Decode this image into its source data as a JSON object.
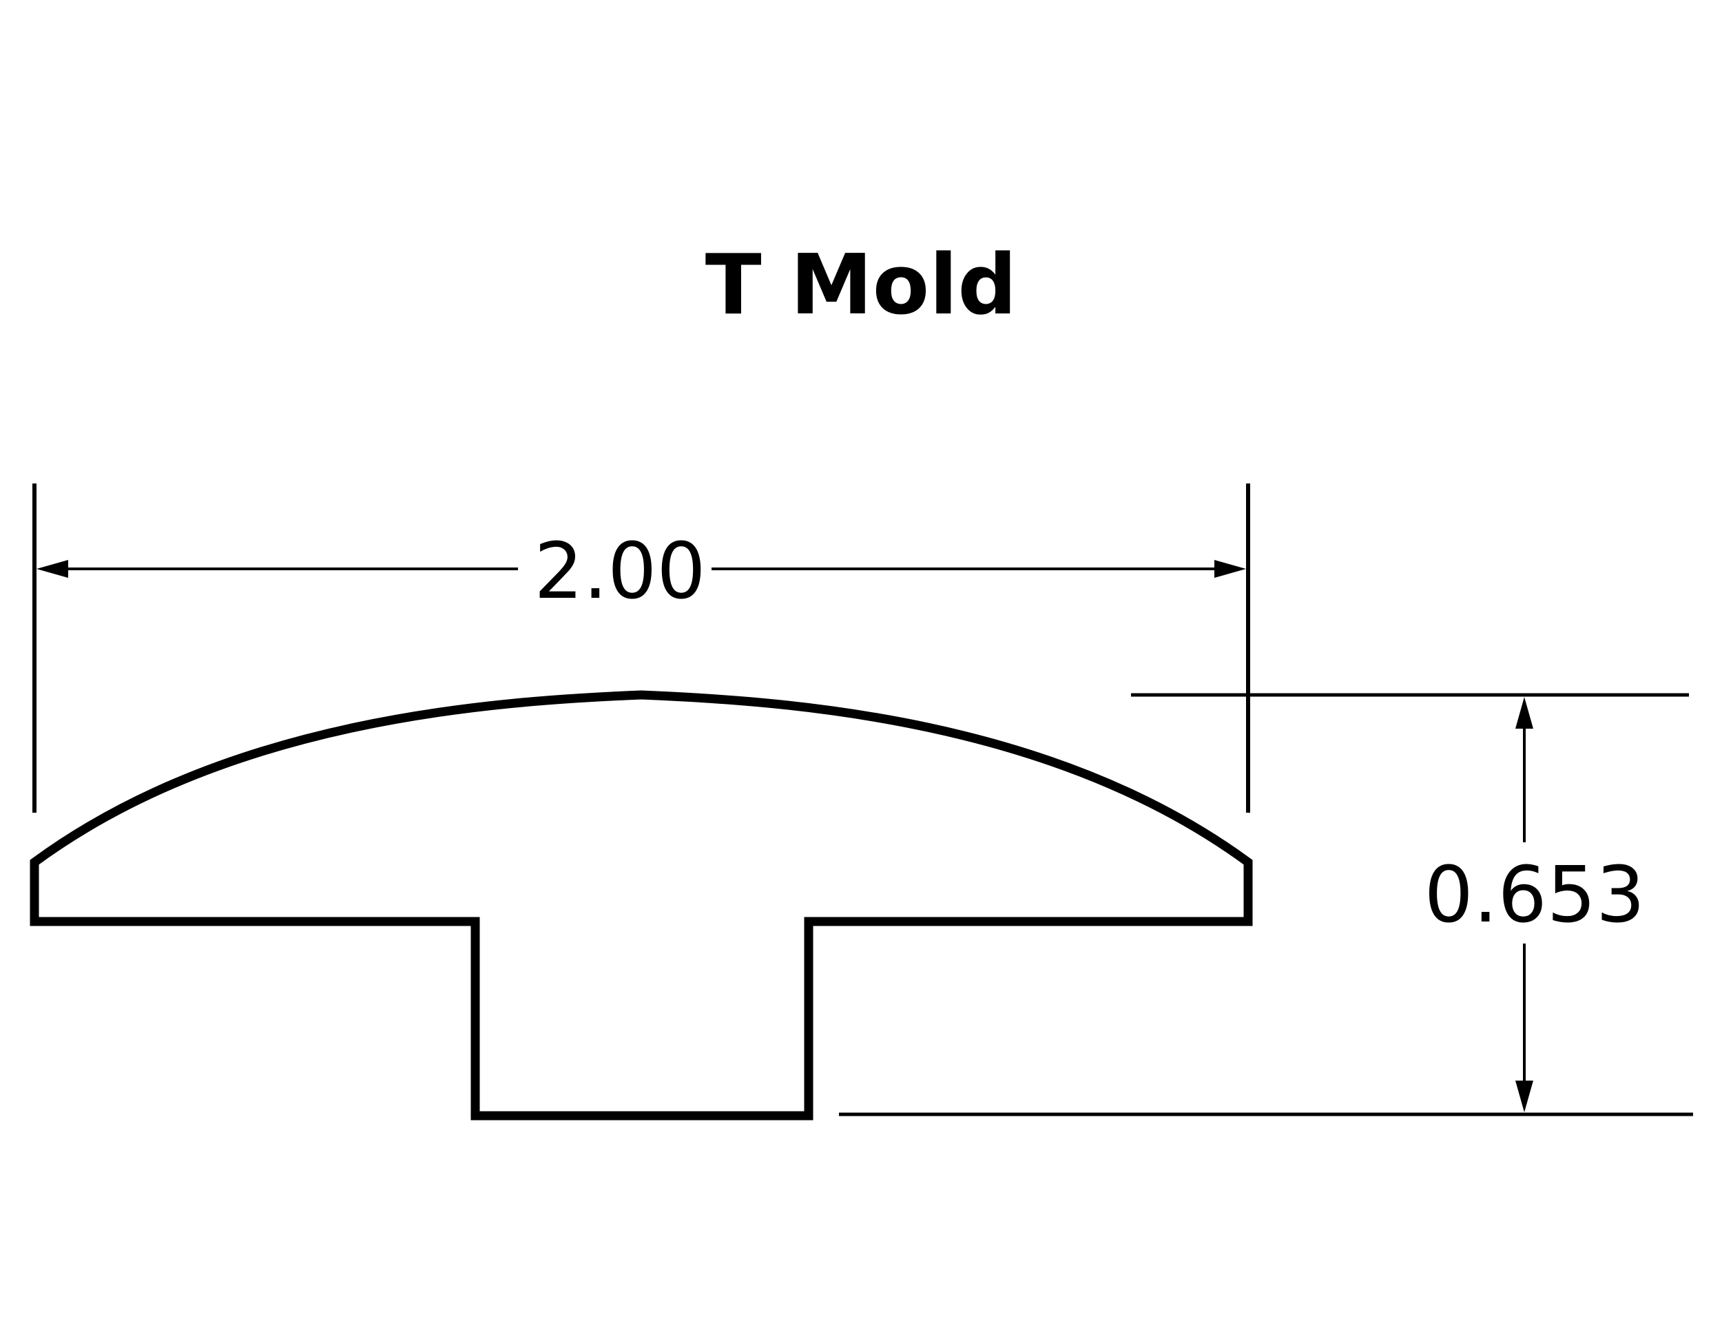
{
  "diagram": {
    "title": "T Mold",
    "width_dimension": "2.00",
    "height_dimension": "0.653",
    "line_color": "#000000",
    "background_color": "#ffffff"
  }
}
